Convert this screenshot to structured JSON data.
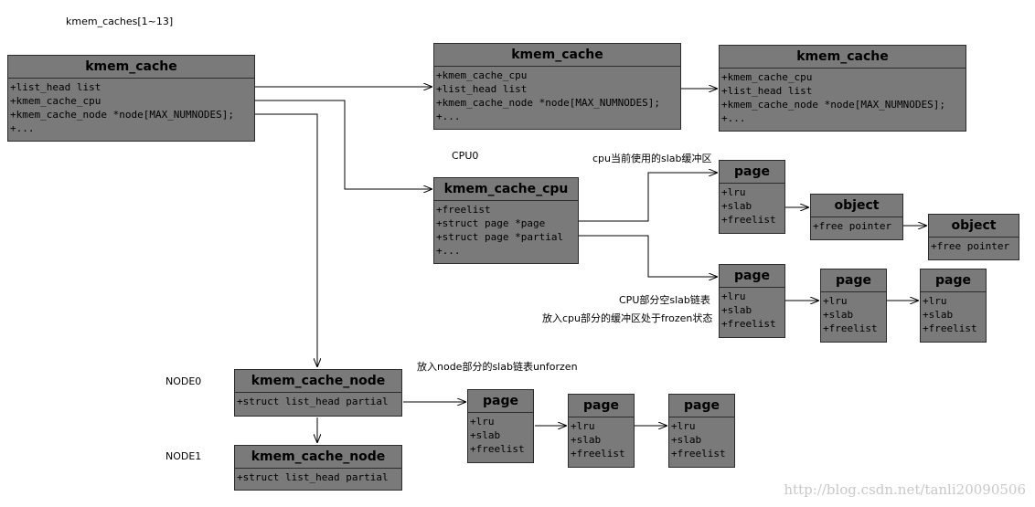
{
  "labels": {
    "array": "kmem_caches[1~13]",
    "cpu0": "CPU0",
    "cpu_slab_note": "cpu当前使用的slab缓冲区",
    "cpu_partial_note1": "CPU部分空slab链表",
    "cpu_partial_note2": "放入cpu部分的缓冲区处于frozen状态",
    "node_partial_note": "放入node部分的slab链表unforzen",
    "node0": "NODE0",
    "node1": "NODE1",
    "watermark": "http://blog.csdn.net/tanli20090506"
  },
  "kmem_cache": {
    "title": "kmem_cache",
    "fields": [
      "+list_head list",
      "+kmem_cache_cpu",
      "+kmem_cache_node *node[MAX_NUMNODES];",
      "+..."
    ]
  },
  "kmem_cache_2": {
    "title": "kmem_cache",
    "fields": [
      "+kmem_cache_cpu",
      "+list_head list",
      "+kmem_cache_node *node[MAX_NUMNODES];",
      "+..."
    ]
  },
  "kmem_cache_3": {
    "title": "kmem_cache",
    "fields": [
      "+kmem_cache_cpu",
      "+list_head list",
      "+kmem_cache_node *node[MAX_NUMNODES];",
      "+..."
    ]
  },
  "kmem_cache_cpu": {
    "title": "kmem_cache_cpu",
    "fields": [
      "+freelist",
      "+struct page *page",
      "+struct page *partial",
      "+..."
    ]
  },
  "page": {
    "title": "page",
    "fields": [
      "+lru",
      "+slab",
      "+freelist"
    ]
  },
  "object": {
    "title": "object",
    "fields": [
      "+free pointer"
    ]
  },
  "kmem_cache_node": {
    "title": "kmem_cache_node",
    "fields": [
      "+struct list_head partial"
    ]
  }
}
